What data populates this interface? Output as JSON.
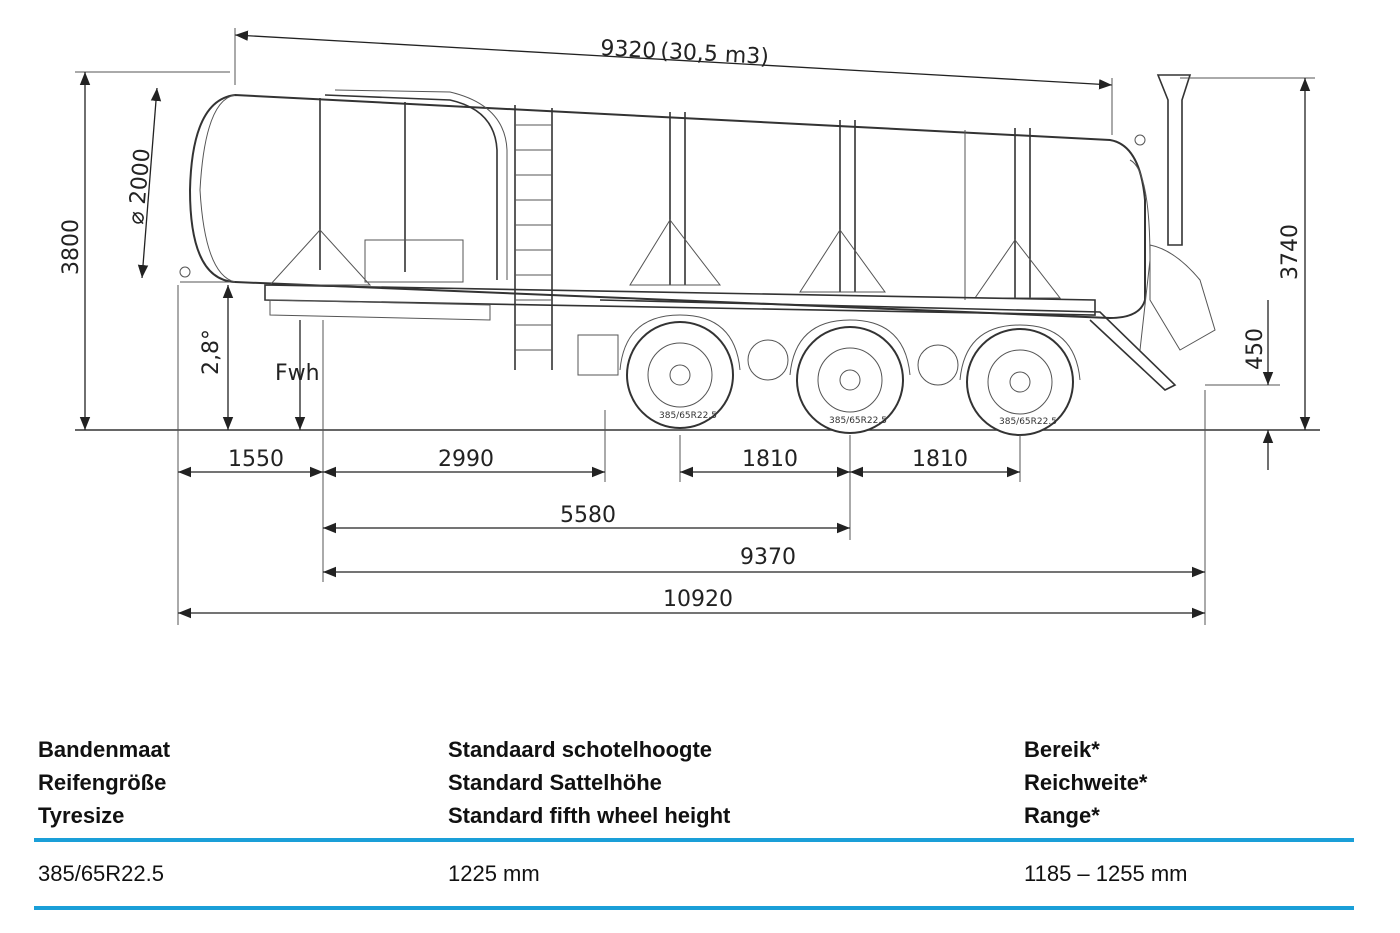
{
  "diagram": {
    "dimensions": {
      "tank_length": "9320",
      "tank_volume": "(30,5 m3)",
      "tank_diameter": "⌀ 2000",
      "height_total": "3800",
      "height_rear": "3740",
      "rear_height": "450",
      "angle": "2,8°",
      "fwh": "Fwh",
      "d1550": "1550",
      "d2990": "2990",
      "d1810a": "1810",
      "d1810b": "1810",
      "d5580": "5580",
      "d9370": "9370",
      "d10920": "10920",
      "tyre_label": "385/65R22.5"
    }
  },
  "spec_table": {
    "headers": [
      [
        "Bandenmaat",
        "Reifengröße",
        "Tyresize"
      ],
      [
        "Standaard schotelhoogte",
        "Standard Sattelhöhe",
        "Standard fifth wheel height"
      ],
      [
        "Bereik*",
        "Reichweite*",
        "Range*"
      ]
    ],
    "values": [
      "385/65R22.5",
      "1225 mm",
      "1185 – 1255 mm"
    ],
    "accent_color": "#1a9fd8"
  }
}
